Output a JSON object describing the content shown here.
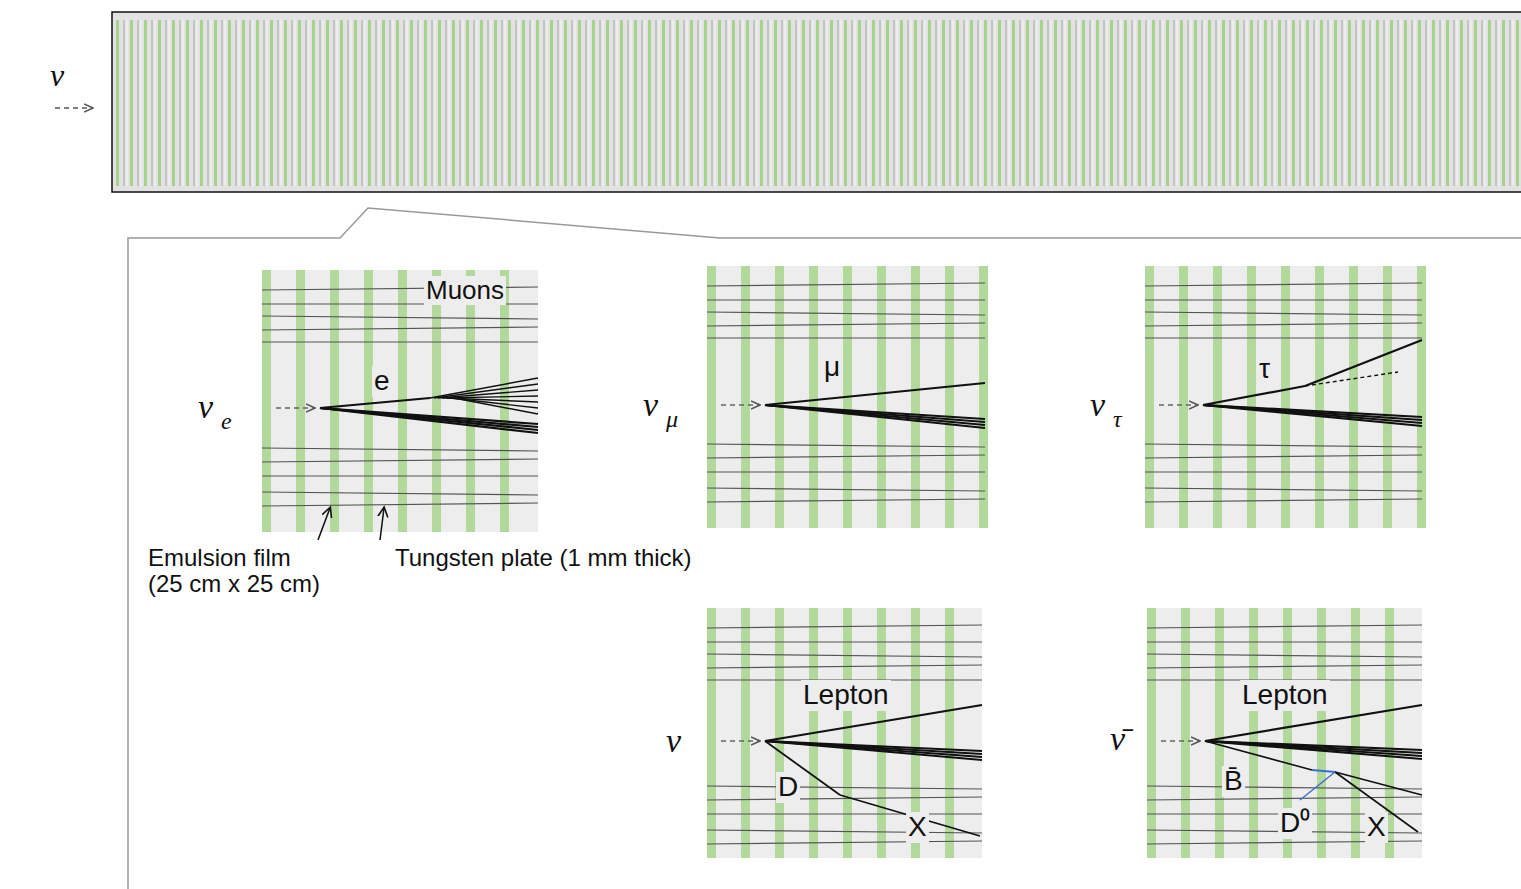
{
  "diagram": {
    "labels": [
      "ν",
      "Muons",
      "e",
      "ν",
      "e",
      "Emulsion film (25 cm x 25 cm)",
      "Tungsten plate (1 mm thick)",
      "μ",
      "ν",
      "μ",
      "τ",
      "ν",
      "τ",
      "Lepton",
      "ν",
      "D",
      "X",
      "Lepton",
      "ν̄",
      "B̄",
      "D⁰",
      "X"
    ]
  }
}
